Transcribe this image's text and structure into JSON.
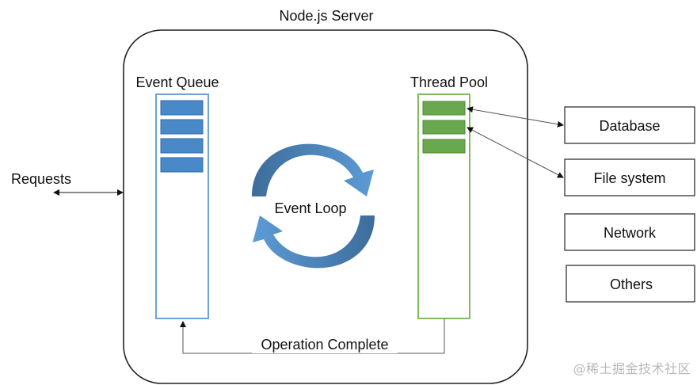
{
  "server": {
    "title": "Node.js Server"
  },
  "event_queue": {
    "label": "Event Queue",
    "item_count": 4
  },
  "thread_pool": {
    "label": "Thread Pool",
    "item_count": 3
  },
  "event_loop": {
    "label": "Event Loop"
  },
  "requests": {
    "label": "Requests"
  },
  "operation_complete": {
    "label": "Operation Complete"
  },
  "resources": [
    {
      "label": "Database"
    },
    {
      "label": "File system"
    },
    {
      "label": "Network"
    },
    {
      "label": "Others"
    }
  ],
  "watermark": "@稀土掘金技术社区",
  "colors": {
    "queue_border": "#6fa3d8",
    "queue_item": "#4a89c8",
    "queue_item_border": "#2f6aa6",
    "pool_border": "#82bb5e",
    "pool_item": "#6aa84f",
    "pool_item_border": "#4d8a34",
    "loop_arrow_dark": "#3f6f9e",
    "loop_arrow_light": "#5b9bd5",
    "line": "#333333",
    "box_border": "#222222"
  }
}
